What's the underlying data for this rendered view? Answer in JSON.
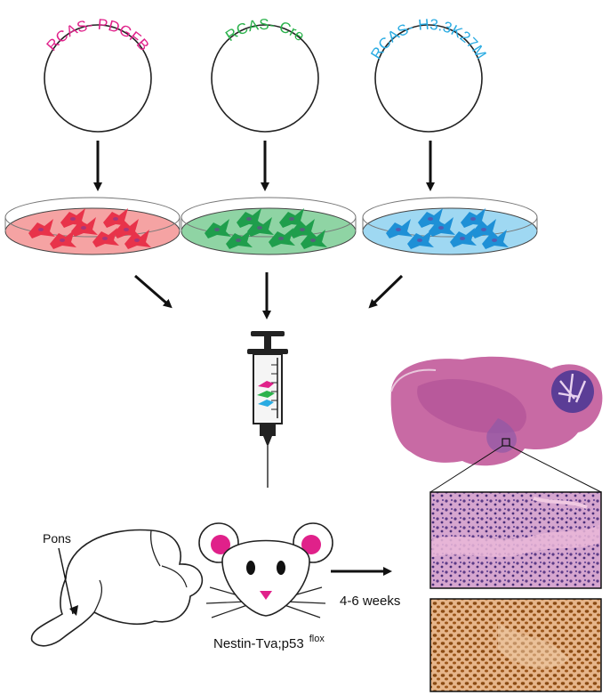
{
  "vectors": [
    {
      "label": "RCAS- PDGFB",
      "color": "#e0218a"
    },
    {
      "label": "RCAS- Cre",
      "color": "#2bb24c"
    },
    {
      "label": "RCAS- H3.3K27M",
      "color": "#29abe2"
    }
  ],
  "dish_colors": {
    "red": {
      "fill": "#f5a3a3",
      "cell": "#e8334a"
    },
    "green": {
      "fill": "#8fd4a4",
      "cell": "#1f9e4c"
    },
    "blue": {
      "fill": "#9fd8f2",
      "cell": "#1e90d6"
    }
  },
  "brain_label": "Pons",
  "mouse_label": "Nestin-Tva;p53",
  "mouse_label_sup": "flox",
  "timeline_label": "4-6 weeks",
  "colors": {
    "stroke": "#222222",
    "histo_pink": "#c05a93",
    "histo_purple": "#6a4aa0",
    "ihc_brown": "#b86a2c"
  }
}
